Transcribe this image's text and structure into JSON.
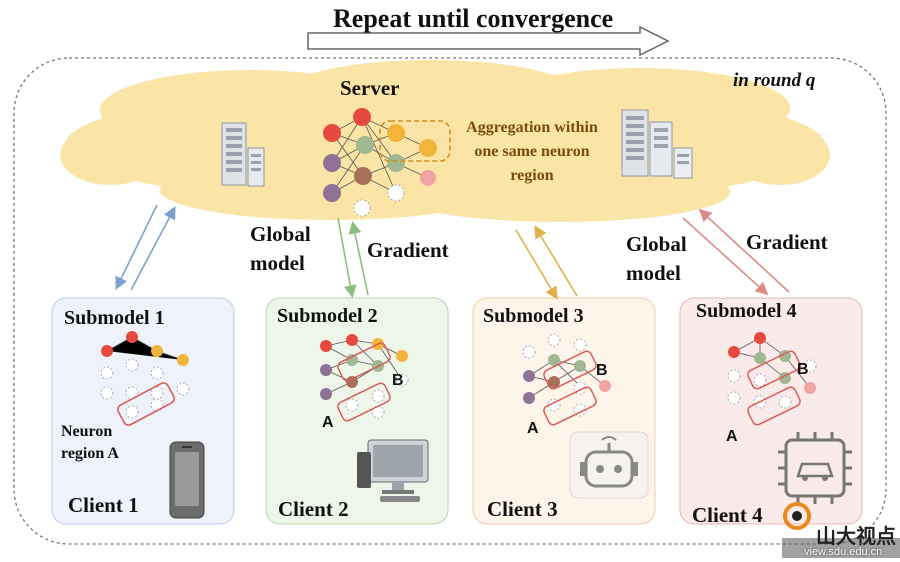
{
  "title": "Repeat until convergence",
  "round_label": "in round q",
  "server": {
    "label": "Server",
    "aggregation": "Aggregation within one same neuron region"
  },
  "links": {
    "global_model": "Global model",
    "gradient": "Gradient"
  },
  "clients": [
    {
      "submodel": "Submodel 1",
      "client": "Client 1",
      "region_label": "Neuron region A",
      "device": "smartphone-icon",
      "color": "#eef3fb",
      "border": "#b9cdea",
      "arrow": "#7f9fce"
    },
    {
      "submodel": "Submodel 2",
      "client": "Client 2",
      "marker_a": "A",
      "marker_b": "B",
      "device": "desktop-computer-icon",
      "color": "#eef5e9",
      "border": "#bcd6b0",
      "arrow": "#8dc07f"
    },
    {
      "submodel": "Submodel 3",
      "client": "Client 3",
      "marker_a": "A",
      "marker_b": "B",
      "device": "robot-icon",
      "color": "#fdf4ea",
      "border": "#f0cfa6",
      "arrow": "#e2b04a"
    },
    {
      "submodel": "Submodel 4",
      "client": "Client 4",
      "marker_a": "A",
      "marker_b": "B",
      "device": "car-chip-icon",
      "color": "#fbeaea",
      "border": "#e9b7b4",
      "arrow": "#dc8a88"
    }
  ],
  "colors": {
    "cloud": "#fbe5a6",
    "red": "#e64a3e",
    "orange": "#f2b53a",
    "green": "#9fb892",
    "purple": "#8e7396",
    "brown": "#a8705a",
    "pink": "#f0a4a3",
    "region_border": "#d95d58"
  },
  "watermark": {
    "text": "山大视点",
    "url": "view.sdu.edu.cn"
  }
}
